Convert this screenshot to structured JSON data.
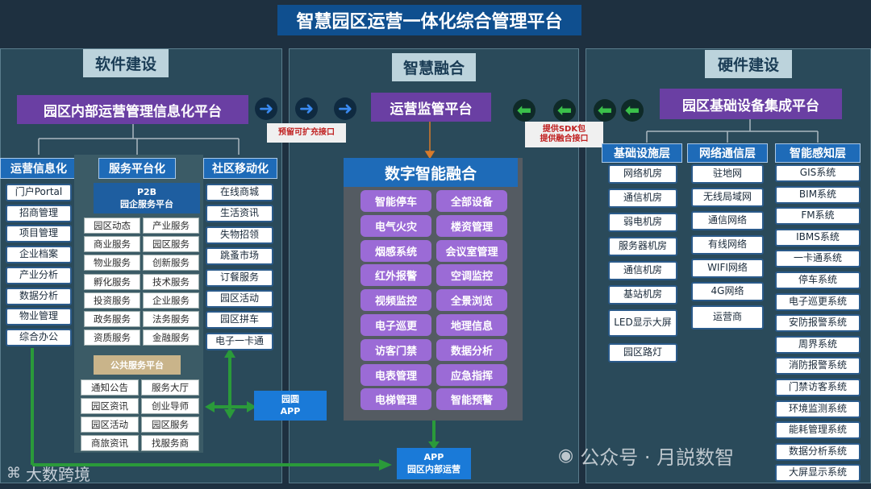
{
  "title": "智慧园区运营一体化综合管理平台",
  "sections": {
    "software": "软件建设",
    "fusion": "智慧融合",
    "hardware": "硬件建设"
  },
  "left": {
    "platform": "园区内部运营管理信息化平台",
    "col1_head": "运营信息化",
    "col1_items": [
      "门户Portal",
      "招商管理",
      "项目管理",
      "企业档案",
      "产业分析",
      "数据分析",
      "物业管理",
      "综合办公"
    ],
    "col2_head": "服务平台化",
    "p2b_line1": "P2B",
    "p2b_line2": "园企服务平台",
    "services": [
      [
        "园区动态",
        "产业服务"
      ],
      [
        "商业服务",
        "园区服务"
      ],
      [
        "物业服务",
        "创新服务"
      ],
      [
        "孵化服务",
        "技术服务"
      ],
      [
        "投资服务",
        "企业服务"
      ],
      [
        "政务服务",
        "法务服务"
      ],
      [
        "资质服务",
        "金融服务"
      ]
    ],
    "public_head": "公共服务平台",
    "public_items": [
      [
        "通知公告",
        "服务大厅"
      ],
      [
        "园区资讯",
        "创业导师"
      ],
      [
        "园区活动",
        "园区服务"
      ],
      [
        "商旅资讯",
        "找服务商"
      ]
    ],
    "col3_head": "社区移动化",
    "col3_items": [
      "在线商城",
      "生活资讯",
      "失物招领",
      "跳蚤市场",
      "订餐服务",
      "园区活动",
      "园区拼车",
      "电子一卡通"
    ],
    "app_line1": "园圆",
    "app_line2": "APP"
  },
  "middle": {
    "platform": "运营监管平台",
    "reserved_note": "预留可扩充接口",
    "sdk_note_line1": "提供SDK包",
    "sdk_note_line2": "提供融合接口",
    "fusion_head": "数字智能融合",
    "pills": [
      [
        "智能停车",
        "全部设备"
      ],
      [
        "电气火灾",
        "楼资管理"
      ],
      [
        "烟感系统",
        "会议室管理"
      ],
      [
        "红外报警",
        "空调监控"
      ],
      [
        "视频监控",
        "全景浏览"
      ],
      [
        "电子巡更",
        "地理信息"
      ],
      [
        "访客门禁",
        "数据分析"
      ],
      [
        "电表管理",
        "应急指挥"
      ],
      [
        "电梯管理",
        "智能预警"
      ]
    ],
    "app_line1": "APP",
    "app_line2": "园区内部运营"
  },
  "right": {
    "platform": "园区基础设备集成平台",
    "col1_head": "基础设施层",
    "col1_items": [
      "网络机房",
      "通信机房",
      "弱电机房",
      "服务器机房",
      "通信机房",
      "基站机房",
      "LED显示大屏",
      "园区路灯"
    ],
    "col2_head": "网络通信层",
    "col2_items": [
      "驻地网",
      "无线局域网",
      "通信网络",
      "有线网络",
      "WIFI网络",
      "4G网络",
      "运营商"
    ],
    "col3_head": "智能感知层",
    "col3_items": [
      "GIS系统",
      "BIM系统",
      "FM系统",
      "IBMS系统",
      "一卡通系统",
      "停车系统",
      "电子巡更系统",
      "安防报警系统",
      "周界系统",
      "消防报警系统",
      "门禁访客系统",
      "环境监测系统",
      "能耗管理系统",
      "数据分析系统",
      "大屏显示系统"
    ]
  },
  "watermark_left": "大数跨境",
  "watermark_right": "公众号 · 月説数智",
  "colors": {
    "title_bg": "#0f4f8f",
    "purple": "#6a3fa3",
    "pill": "#9b6bd6",
    "green": "#2a9a3a",
    "blue_arrow": "#1a6ad8"
  }
}
